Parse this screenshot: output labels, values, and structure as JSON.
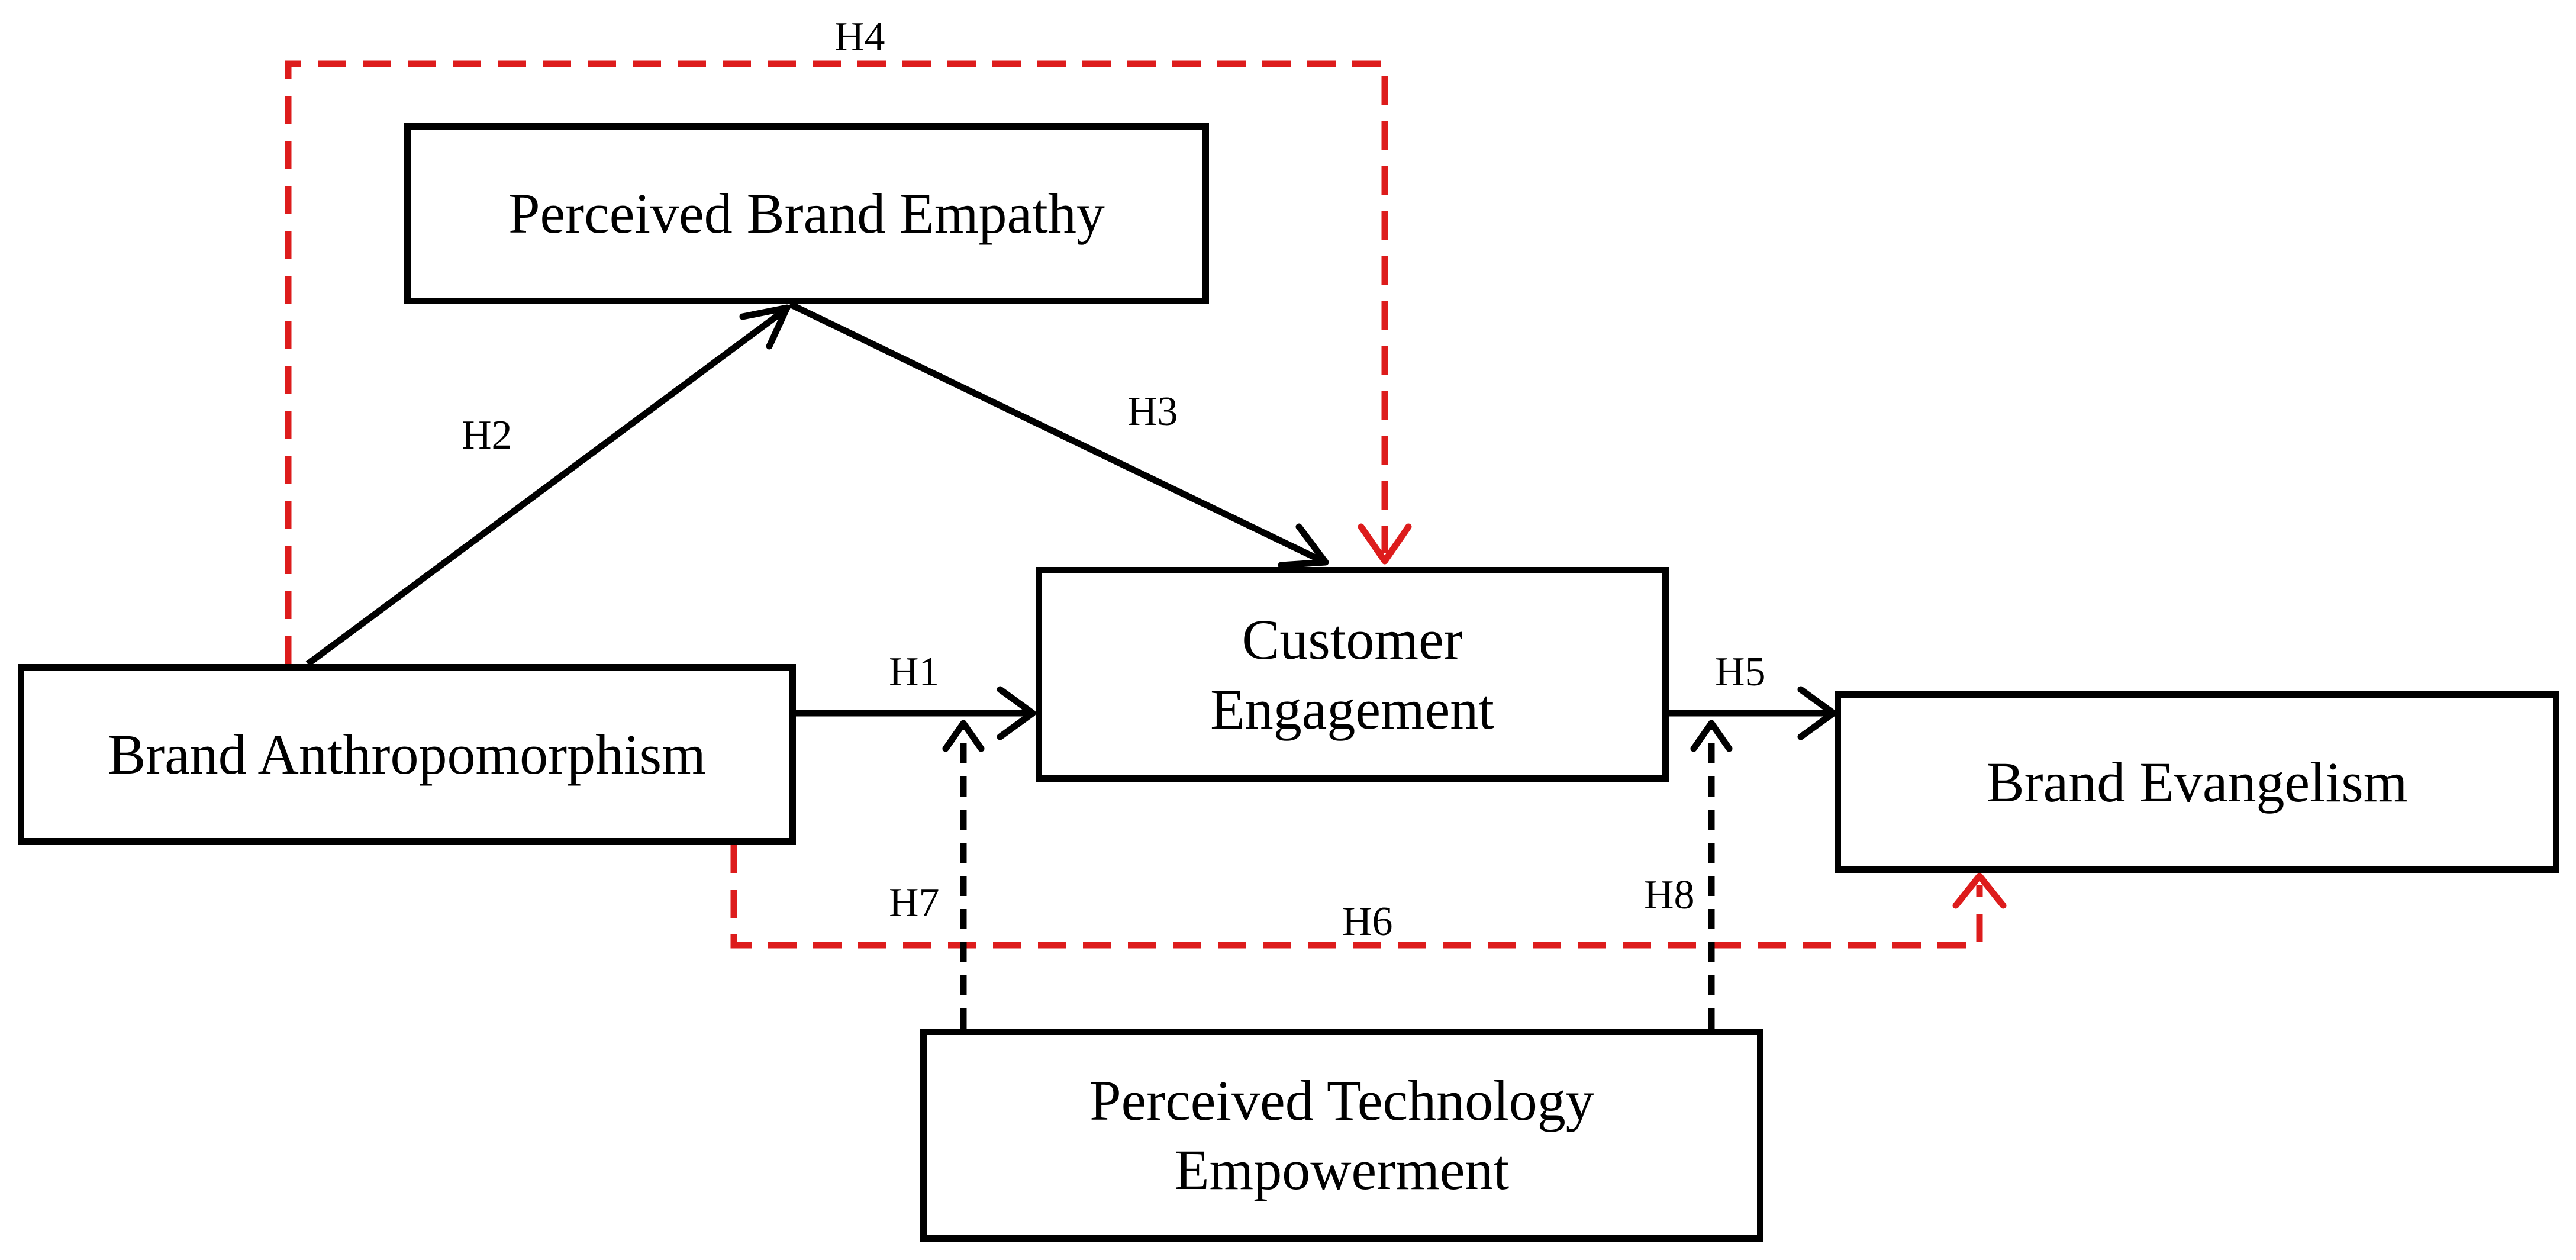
{
  "nodes": {
    "empathy": "Perceived Brand Empathy",
    "anthropomorphism": "Brand Anthropomorphism",
    "engagement_line1": "Customer",
    "engagement_line2": "Engagement",
    "evangelism": "Brand Evangelism",
    "empowerment_line1": "Perceived Technology",
    "empowerment_line2": "Empowerment"
  },
  "edges": {
    "h1": "H1",
    "h2": "H2",
    "h3": "H3",
    "h4": "H4",
    "h5": "H5",
    "h6": "H6",
    "h7": "H7",
    "h8": "H8"
  },
  "colors": {
    "direct_path": "#000000",
    "mediation_path": "#dd1c1c",
    "moderation_path": "#000000"
  }
}
